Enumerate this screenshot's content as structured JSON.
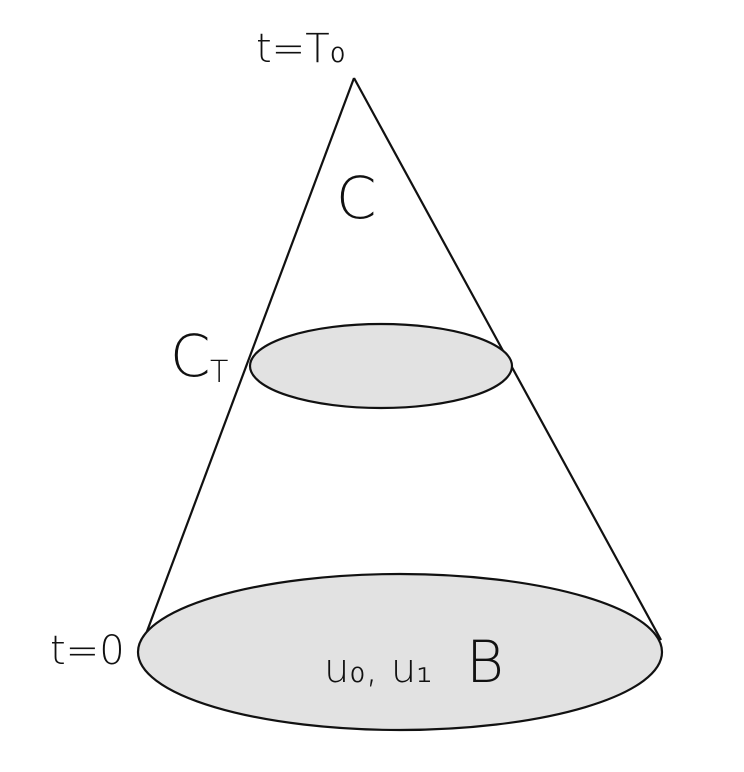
{
  "labels": {
    "apex": "t=T₀",
    "cone": "C",
    "section_main": "C",
    "section_sub": "T",
    "base_time": "t=0",
    "data": "u₀, u₁",
    "base": "B"
  },
  "colors": {
    "stroke": "#111111",
    "fill": "#e2e2e2",
    "background": "#ffffff"
  }
}
